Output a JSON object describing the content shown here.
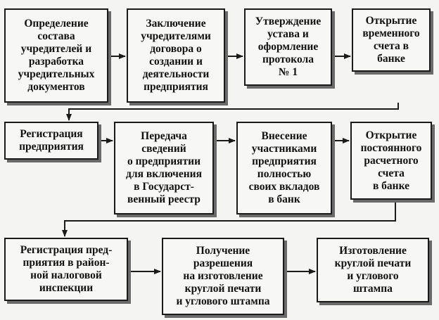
{
  "flow": {
    "steps": [
      {
        "id": "s1",
        "text": "Определение\nсостава\nучредителей и\nразработка\nучредительных\nдокументов"
      },
      {
        "id": "s2",
        "text": "Заключение\nучредителями\nдоговора о\nсоздании и\nдеятельности\nпредприятия"
      },
      {
        "id": "s3",
        "text": "Утверждение\nустава и\nоформление\nпротокола\n№ 1"
      },
      {
        "id": "s4",
        "text": "Открытие\nвременного\nсчета в\nбанке"
      },
      {
        "id": "s5",
        "text": "Регистрация\nпредприятия"
      },
      {
        "id": "s6",
        "text": "Передача\nсведений\nо предприятии\nдля включения\nв Государст-\nвенный реестр"
      },
      {
        "id": "s7",
        "text": "Внесение\nучастниками\nпредприятия\nполностью\nсвоих вкладов\nв банк"
      },
      {
        "id": "s8",
        "text": "Открытие\nпостоянного\nрасчетного\nсчета\nв банке"
      },
      {
        "id": "s9",
        "text": "Регистрация пред-\nприятия в район-\nной налоговой\nинспекции"
      },
      {
        "id": "s10",
        "text": "Получение\nразрешения\nна изготовление\nкруглой печати\nи углового штампа"
      },
      {
        "id": "s11",
        "text": "Изготовление\nкруглой печати\nи углового\nштампа"
      }
    ]
  }
}
